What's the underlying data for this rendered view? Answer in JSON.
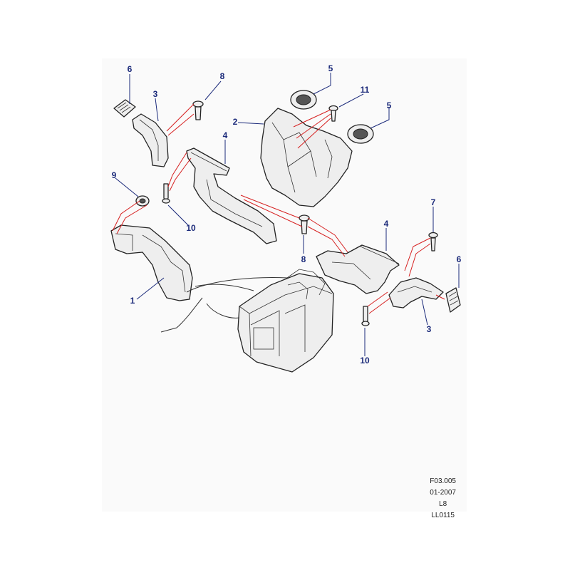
{
  "callouts": [
    {
      "id": "c6a",
      "label": "6"
    },
    {
      "id": "c3a",
      "label": "3"
    },
    {
      "id": "c8a",
      "label": "8"
    },
    {
      "id": "c5a",
      "label": "5"
    },
    {
      "id": "c11",
      "label": "11"
    },
    {
      "id": "c5b",
      "label": "5"
    },
    {
      "id": "c2",
      "label": "2"
    },
    {
      "id": "c4a",
      "label": "4"
    },
    {
      "id": "c9",
      "label": "9"
    },
    {
      "id": "c10a",
      "label": "10"
    },
    {
      "id": "c7",
      "label": "7"
    },
    {
      "id": "c4b",
      "label": "4"
    },
    {
      "id": "c8b",
      "label": "8"
    },
    {
      "id": "c6b",
      "label": "6"
    },
    {
      "id": "c1",
      "label": "1"
    },
    {
      "id": "c3b",
      "label": "3"
    },
    {
      "id": "c10b",
      "label": "10"
    }
  ],
  "reference": {
    "figure": "F03.005",
    "date": "01-2007",
    "model": "L8",
    "code": "LL0115"
  },
  "colors": {
    "callout": "#1b2a7a",
    "connector": "#d62020",
    "outline": "#222222"
  }
}
